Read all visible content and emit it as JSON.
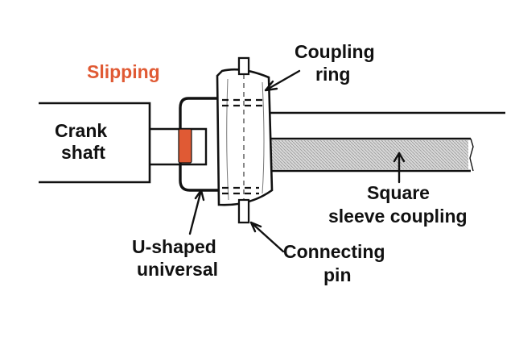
{
  "labels": {
    "slipping": "Slipping",
    "crank_line1": "Crank",
    "crank_line2": "shaft",
    "coupling_line1": "Coupling",
    "coupling_line2": "ring",
    "square_line1": "Square",
    "square_line2": "sleeve coupling",
    "ushaped_line1": "U-shaped",
    "ushaped_line2": "universal",
    "connecting_line1": "Connecting",
    "connecting_line2": "pin"
  },
  "colors": {
    "ink": "#111111",
    "accent": "#e05a34",
    "shading": "#9a9a9a"
  }
}
